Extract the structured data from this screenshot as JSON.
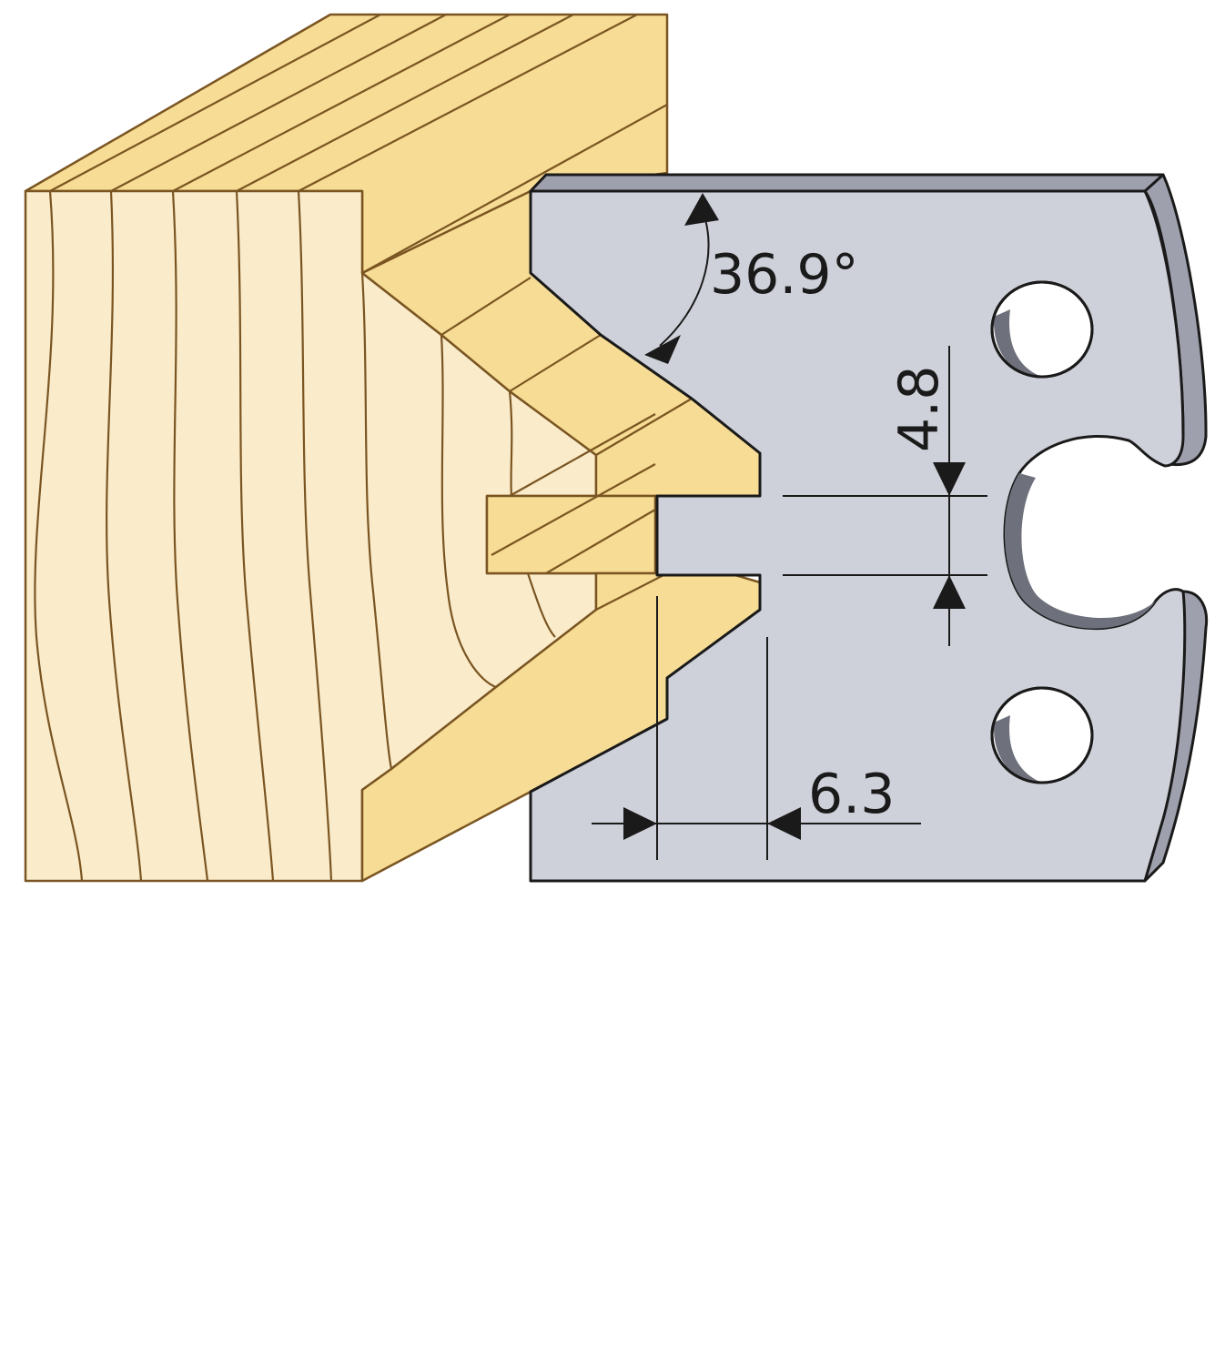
{
  "diagram": {
    "dimensions": {
      "angle_label": "36.9°",
      "height_label": "4.8",
      "width_label": "6.3"
    },
    "colors": {
      "wood_face": "#faeccb",
      "wood_top": "#f6dc94",
      "wood_line": "#7a5522",
      "knife_face": "#cfd1da",
      "knife_edge": "#9ea1ad",
      "knife_outline": "#1a1a1a",
      "dimension_line": "#1a1a1a"
    }
  }
}
